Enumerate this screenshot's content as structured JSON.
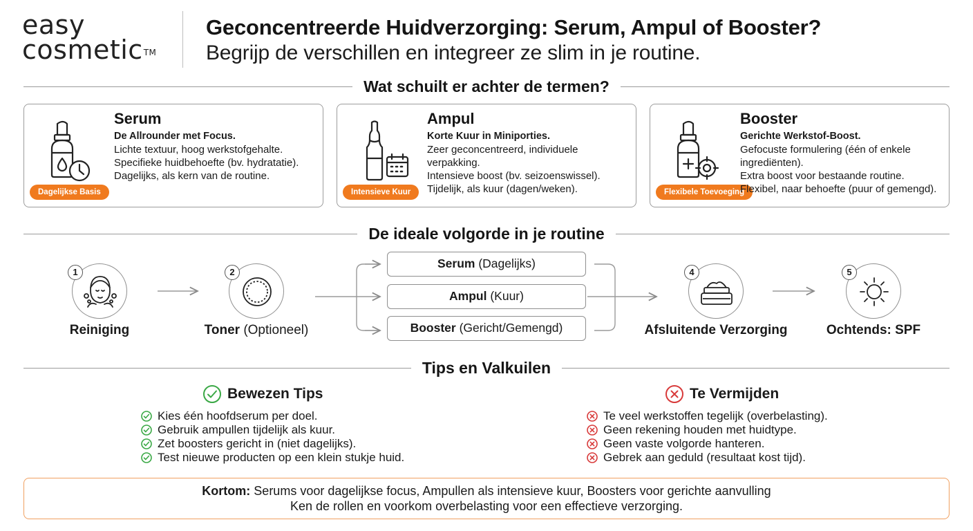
{
  "brand": {
    "line1": "easy",
    "line2": "cosmetic",
    "tm": "TM"
  },
  "header": {
    "title": "Geconcentreerde Huidverzorging: Serum, Ampul of Booster?",
    "subtitle": "Begrijp de verschillen en integreer ze slim in je routine."
  },
  "sections": {
    "terms": "Wat schuilt er achter de termen?",
    "routine": "De ideale volgorde in je routine",
    "tips": "Tips en Valkuilen"
  },
  "cards": [
    {
      "title": "Serum",
      "subtitle": "De Allrounder met Focus.",
      "lines": [
        "Lichte textuur, hoog werkstofgehalte.",
        "Specifieke huidbehoefte (bv. hydratatie).",
        "Dagelijks, als kern van de routine."
      ],
      "badge": "Dagelijkse Basis",
      "icon": "dropper-bottle-clock-icon"
    },
    {
      "title": "Ampul",
      "subtitle": "Korte Kuur in Miniporties.",
      "lines": [
        "Zeer geconcentreerd, individuele",
        "verpakking.",
        "Intensieve boost (bv. seizoenswissel).",
        "Tijdelijk, als kuur (dagen/weken)."
      ],
      "badge": "Intensieve Kuur",
      "icon": "ampoule-calendar-icon"
    },
    {
      "title": "Booster",
      "subtitle": "Gerichte Werkstof-Boost.",
      "lines": [
        "Gefocuste formulering (één of enkele",
        "ingrediënten).",
        "Extra boost voor bestaande routine.",
        "Flexibel, naar behoefte (puur of gemengd)."
      ],
      "badge": "Flexibele Toevoeging",
      "icon": "dropper-bottle-target-icon"
    }
  ],
  "routine": {
    "steps": [
      {
        "num": "1",
        "bold": "Reiniging",
        "rest": "",
        "icon": "face-cleansing-icon"
      },
      {
        "num": "2",
        "bold": "Toner",
        "rest": " (Optioneel)",
        "icon": "cotton-pad-icon"
      },
      {
        "num": "4",
        "bold": "Afsluitende Verzorging",
        "rest": "",
        "icon": "cream-jar-icon"
      },
      {
        "num": "5",
        "bold": "Ochtends: SPF",
        "rest": "",
        "icon": "sun-icon"
      }
    ],
    "options": [
      {
        "bold": "Serum",
        "rest": " (Dagelijks)"
      },
      {
        "bold": "Ampul",
        "rest": " (Kuur)"
      },
      {
        "bold": "Booster",
        "rest": " (Gericht/Gemengd)"
      }
    ]
  },
  "tips": {
    "good_title": "Bewezen Tips",
    "good": [
      "Kies één hoofdserum per doel.",
      "Gebruik ampullen tijdelijk als kuur.",
      "Zet boosters gericht in (niet dagelijks).",
      "Test nieuwe producten op een klein stukje huid."
    ],
    "bad_title": "Te Vermijden",
    "bad": [
      "Te veel werkstoffen tegelijk (overbelasting).",
      "Geen rekening houden met huidtype.",
      "Geen vaste volgorde hanteren.",
      "Gebrek aan geduld (resultaat kost tijd)."
    ],
    "colors": {
      "good": "#3aa845",
      "bad": "#d83a3a"
    }
  },
  "summary": {
    "bold": "Kortom:",
    "line1": " Serums voor dagelijkse focus, Ampullen als intensieve kuur, Boosters voor gerichte aanvulling",
    "line2": "Ken de rollen en voorkom overbelasting voor een effectieve verzorging."
  },
  "colors": {
    "accent": "#f07a1e",
    "summary_border": "#f0a060"
  }
}
